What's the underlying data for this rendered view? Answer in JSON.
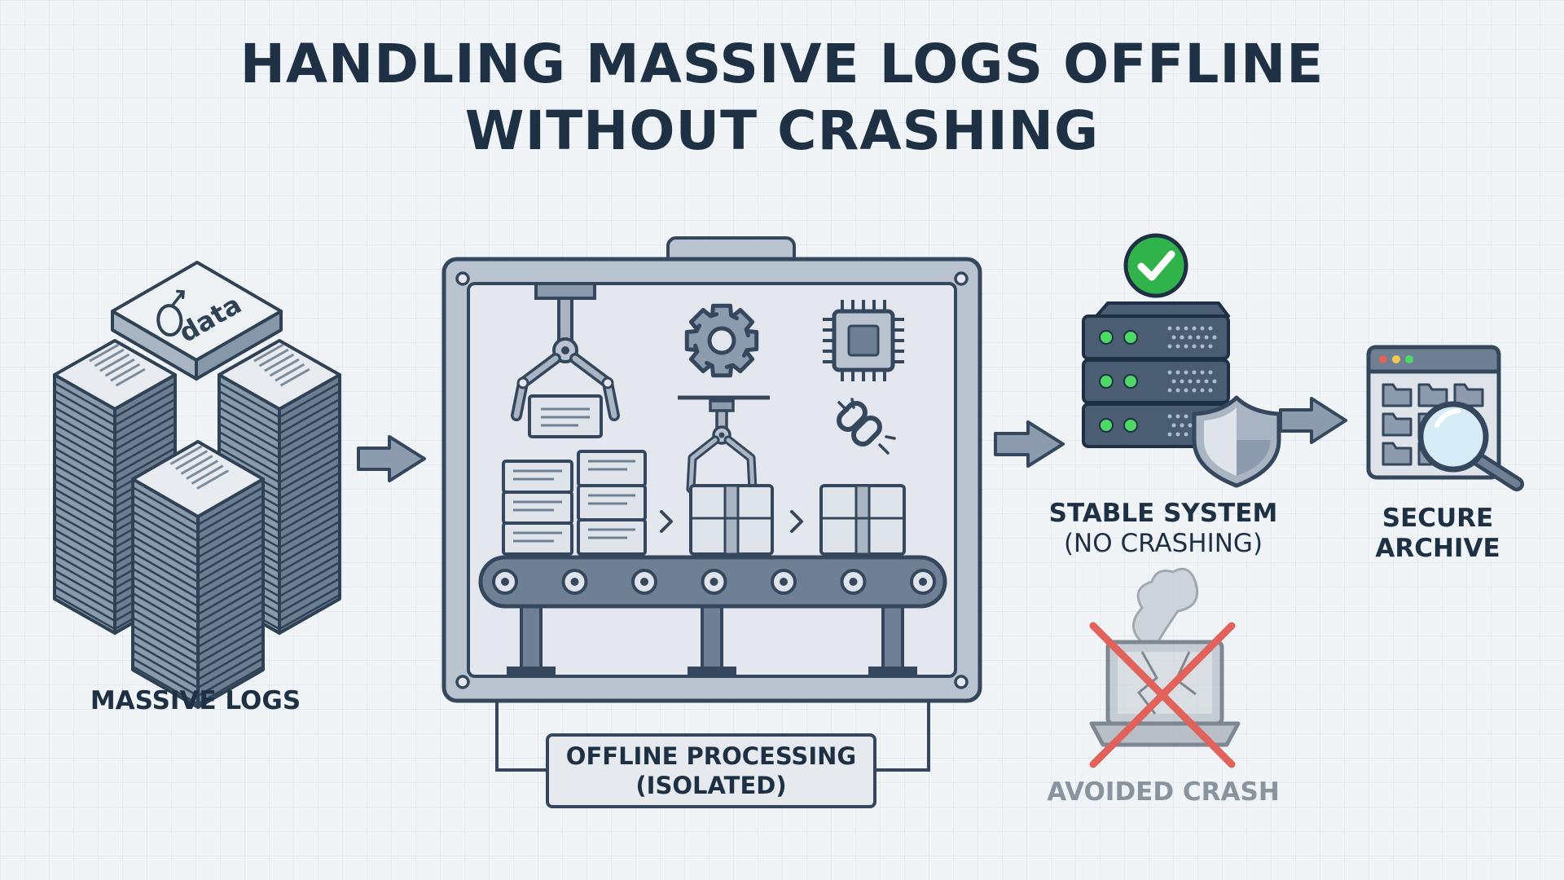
{
  "title": {
    "line1": "HANDLING MASSIVE LOGS OFFLINE",
    "line2": "WITHOUT CRASHING"
  },
  "nodes": {
    "massive_logs": {
      "label": "MASSIVE LOGS",
      "tile_text": "data"
    },
    "offline_processing": {
      "line1": "OFFLINE PROCESSING",
      "line2": "(ISOLATED)"
    },
    "stable_system": {
      "line1": "STABLE SYSTEM",
      "line2": "(NO CRASHING)"
    },
    "secure_archive": {
      "line1": "SECURE",
      "line2": "ARCHIVE"
    },
    "avoided_crash": {
      "label": "AVOIDED CRASH"
    }
  },
  "icons": [
    "document-stack-icon",
    "arrow-right-icon",
    "robotic-claw-icon",
    "gear-icon",
    "microchip-icon",
    "broken-link-icon",
    "conveyor-belt-icon",
    "server-rack-icon",
    "shield-icon",
    "check-circle-icon",
    "window-folders-icon",
    "magnifier-icon",
    "broken-laptop-icon",
    "red-x-icon"
  ],
  "colors": {
    "ink": "#1e3044",
    "outline": "#34475d",
    "steel": "#8d9db0",
    "panel": "#e6eaef",
    "success_green": "#2fb34a",
    "led_green": "#4cd964",
    "cross_red": "#e0625a",
    "muted_text": "#8a949f"
  }
}
